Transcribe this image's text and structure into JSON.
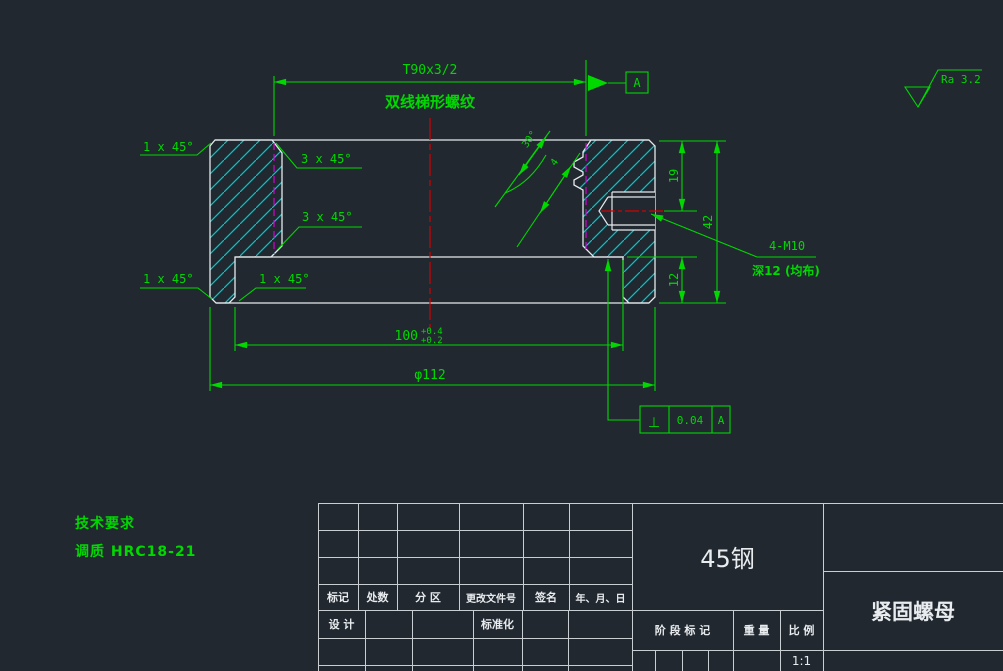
{
  "colors": {
    "background": "#212830",
    "dimension_green": "#00d800",
    "outline_white": "#e5e9ec",
    "hatch_cyan": "#00c8c8",
    "pitch_magenta": "#d400d4",
    "centerline_red": "#d40000",
    "titleblock_line": "#c9ced3"
  },
  "drawing": {
    "top_dim": "T90x3/2",
    "thread_note": "双线梯形螺纹",
    "datum_label": "A",
    "chamfer_top_left": "1 x 45°",
    "chamfer_bore_top": "3 x 45°",
    "chamfer_bore_bottom": "3 x 45°",
    "chamfer_bottom_left": "1 x 45°",
    "chamfer_counterbore": "1 x 45°",
    "thread_angle": "30°",
    "thread_pitch": "4",
    "dim_19": "19",
    "dim_42": "42",
    "dim_12": "12",
    "hole_callout_line1": "4-M10",
    "hole_callout_line2": "深12 (均布)",
    "dim_100": "100",
    "dim_100_tol_upper": "+0.4",
    "dim_100_tol_lower": "+0.2",
    "dim_diameter": "φ112",
    "fcf": {
      "symbol": "⊥",
      "value": "0.04",
      "datum": "A"
    },
    "roughness": "Ra 3.2"
  },
  "tech_requirements": {
    "title": "技术要求",
    "item1": "调质 HRC18-21"
  },
  "title_block": {
    "material": "45钢",
    "part_name": "紧固螺母",
    "mark": "标记",
    "count": "处数",
    "zone": "分 区",
    "change_doc": "更改文件号",
    "signature": "签名",
    "date": "年、月、日",
    "design": "设 计",
    "standardization": "标准化",
    "stage_mark": "阶 段 标 记",
    "weight": "重 量",
    "scale_label": "比 例",
    "scale_value": "1:1"
  }
}
